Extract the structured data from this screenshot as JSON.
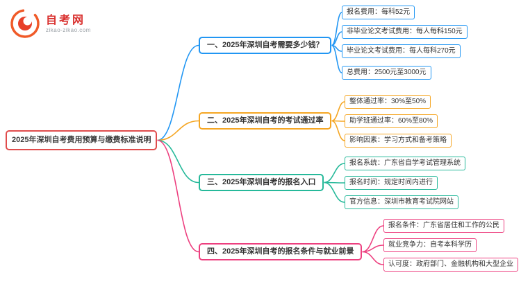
{
  "logo": {
    "title": "自考网",
    "subtitle": "zikao-zikao.com",
    "brand_color": "#d9302e",
    "icon_color": "#f05a28"
  },
  "root": {
    "label": "2025年深圳自考费用预算与缴费标准说明",
    "color": "#e04c4c"
  },
  "branches": [
    {
      "label": "一、2025年深圳自考需要多少钱？",
      "color": "#2196f3",
      "children": [
        "报名费用：每科52元",
        "非毕业论文考试费用：每人每科150元",
        "毕业论文考试费用：每人每科270元",
        "总费用：2500元至3000元"
      ]
    },
    {
      "label": "二、2025年深圳自考的考试通过率",
      "color": "#f5a623",
      "children": [
        "整体通过率：30%至50%",
        "助学班通过率：60%至80%",
        "影响因素：学习方式和备考策略"
      ]
    },
    {
      "label": "三、2025年深圳自考的报名入口",
      "color": "#26b99a",
      "children": [
        "报名系统：广东省自学考试管理系统",
        "报名时间：规定时间内进行",
        "官方信息：深圳市教育考试院网站"
      ]
    },
    {
      "label": "四、2025年深圳自考的报名条件与就业前景",
      "color": "#ed3f7f",
      "children": [
        "报名条件：广东省居住和工作的公民",
        "就业竞争力：自考本科学历",
        "认可度：政府部门、金融机构和大型企业"
      ]
    }
  ]
}
